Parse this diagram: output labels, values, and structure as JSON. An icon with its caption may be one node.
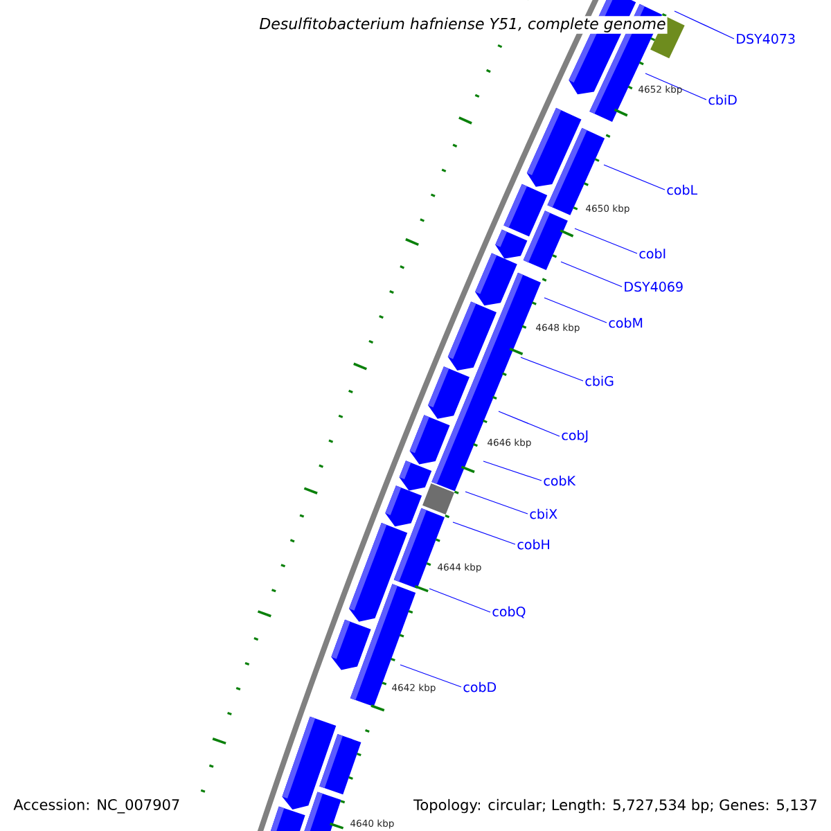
{
  "diagram": {
    "title": "*Desulfitobacterium hafniense Y51, complete genome*",
    "nodes": [
      {
        "text": [
          "DSY4073"
        ]
      },
      {
        "text": [
          "cbiD"
        ]
      },
      {
        "text": [
          "cobL"
        ]
      },
      {
        "text": [
          "cobI"
        ]
      },
      {
        "text": [
          "DSY4069"
        ]
      },
      {
        "text": [
          "cobM"
        ]
      },
      {
        "text": [
          "cbiG"
        ]
      },
      {
        "text": [
          "cobJ"
        ]
      },
      {
        "text": [
          "cobK"
        ]
      },
      {
        "text": [
          "cbiX"
        ]
      },
      {
        "text": [
          "cobH"
        ]
      },
      {
        "text": [
          "cobQ"
        ]
      },
      {
        "text": [
          "cobD"
        ]
      }
    ],
    "edges": [
      {
        "from": 0,
        "to": null,
        "arrow": "none"
      },
      {
        "from": 1,
        "to": null,
        "arrow": "none"
      },
      {
        "from": 2,
        "to": null,
        "arrow": "none"
      },
      {
        "from": 3,
        "to": null,
        "arrow": "none"
      },
      {
        "from": 4,
        "to": null,
        "arrow": "none"
      },
      {
        "from": 5,
        "to": null,
        "arrow": "none"
      },
      {
        "from": 6,
        "to": null,
        "arrow": "none"
      },
      {
        "from": 7,
        "to": null,
        "arrow": "none"
      },
      {
        "from": 8,
        "to": null,
        "arrow": "none"
      },
      {
        "from": 9,
        "to": null,
        "arrow": "none"
      },
      {
        "from": 10,
        "to": null,
        "arrow": "none"
      },
      {
        "from": 11,
        "to": null,
        "arrow": "none"
      },
      {
        "from": 12,
        "to": null,
        "arrow": "none"
      }
    ],
    "labels": [
      "4652 kbp",
      "4650 kbp",
      "4648 kbp",
      "4646 kbp",
      "4644 kbp",
      "4642 kbp",
      "4640 kbp",
      "Accession: NC_007907",
      "Topology: circular; Length: 5,727,534 bp; Genes: 5,137"
    ]
  }
}
